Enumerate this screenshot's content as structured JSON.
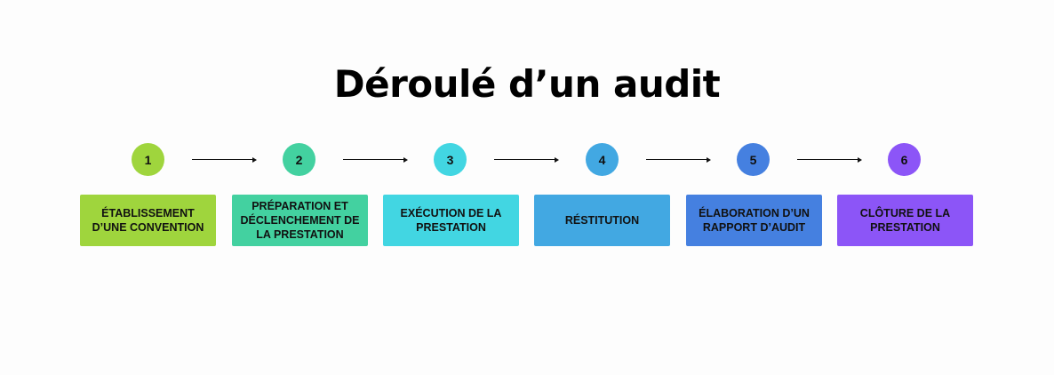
{
  "title": "Déroulé d’un audit",
  "steps": [
    {
      "number": "1",
      "label": "ÉTABLISSEMENT D’UNE CONVENTION",
      "color": "#9fd53d"
    },
    {
      "number": "2",
      "label": "PRÉPARATION ET DÉCLENCHEMENT DE LA PRESTATION",
      "color": "#43d1a0"
    },
    {
      "number": "3",
      "label": "EXÉCUTION DE LA PRESTATION",
      "color": "#42d6e2"
    },
    {
      "number": "4",
      "label": "RÉSTITUTION",
      "color": "#42a8e2"
    },
    {
      "number": "5",
      "label": "ÉLABORATION D’UN RAPPORT D’AUDIT",
      "color": "#4580e0"
    },
    {
      "number": "6",
      "label": "CLÔTURE DE LA PRESTATION",
      "color": "#8c55f7"
    }
  ]
}
